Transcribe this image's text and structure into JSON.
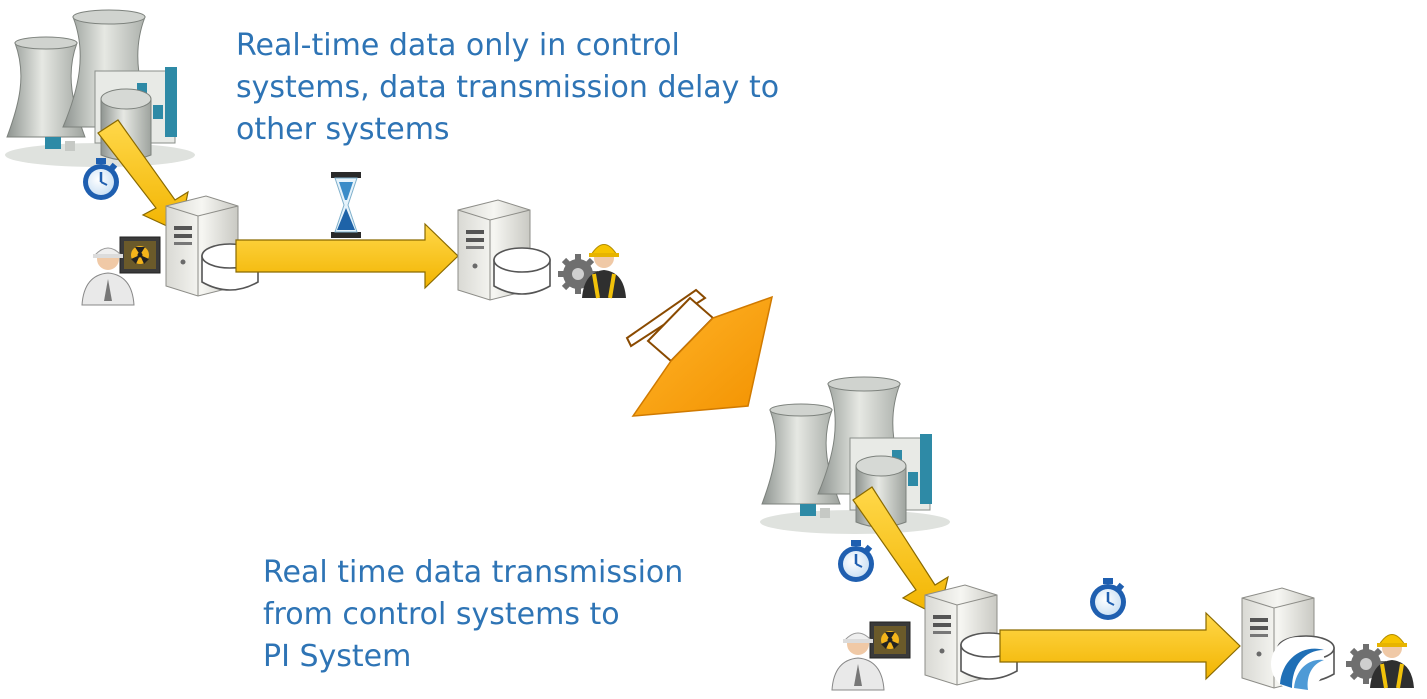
{
  "captions": {
    "before": {
      "lines": [
        "Real-time data only in control",
        "systems, data transmission delay to",
        "other systems"
      ]
    },
    "after": {
      "lines": [
        "Real time data transmission",
        "from control systems to",
        "PI System"
      ]
    }
  },
  "icons": {
    "plant": "cooling-tower-plant-icon",
    "server": "server-with-database-icon",
    "operator": "control-room-operator-icon",
    "engineer": "engineer-hardhat-icon",
    "stopwatch": "stopwatch-icon",
    "hourglass": "hourglass-icon",
    "pi_logo": "pi-system-logo-icon",
    "transition_arrow": "big-down-right-arrow-icon"
  },
  "colors": {
    "caption": "#2e74b5",
    "flow_arrow": "#f7c31a",
    "flow_arrow_outline": "#8a6a00",
    "transition_arrow": "#f7a30c"
  }
}
